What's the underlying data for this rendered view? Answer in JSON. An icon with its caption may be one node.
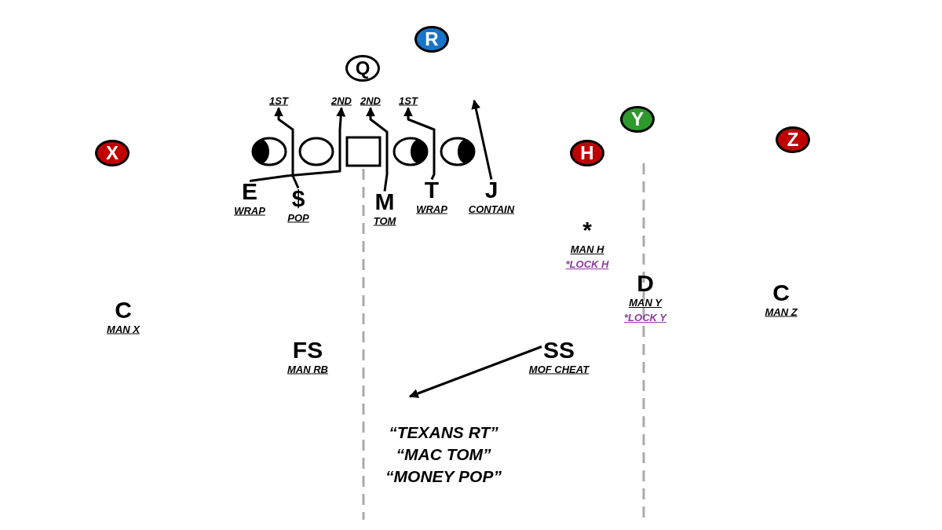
{
  "diagram": {
    "nodes": [
      {
        "text": [
          "R"
        ]
      },
      {
        "text": [
          "Q"
        ]
      },
      {
        "text": [
          "1ST"
        ]
      },
      {
        "text": [
          "2ND"
        ]
      },
      {
        "text": [
          "2ND"
        ]
      },
      {
        "text": [
          "1ST"
        ]
      },
      {
        "text": [
          "Y"
        ]
      },
      {
        "text": [
          "Z"
        ]
      },
      {
        "text": [
          "X"
        ]
      },
      {
        "text": [],
        "shape": "circle"
      },
      {
        "text": [],
        "shape": "circle"
      },
      {
        "text": [],
        "shape": "box"
      },
      {
        "text": [],
        "shape": "circle"
      },
      {
        "text": [],
        "shape": "circle"
      },
      {
        "text": [
          "H"
        ]
      },
      {
        "text": [
          "E",
          "WRAP"
        ]
      },
      {
        "text": [
          "$",
          "POP"
        ]
      },
      {
        "text": [
          "M",
          "TOM"
        ]
      },
      {
        "text": [
          "T",
          "WRAP"
        ]
      },
      {
        "text": [
          "J",
          "CONTAIN"
        ]
      },
      {
        "text": [
          "*",
          "MAN H",
          "*LOCK H"
        ]
      },
      {
        "text": [
          "D",
          "MAN Y",
          "*LOCK Y"
        ]
      },
      {
        "text": [
          "C",
          "MAN Z"
        ]
      },
      {
        "text": [
          "C",
          "MAN X"
        ]
      },
      {
        "text": [
          "FS",
          "MAN RB"
        ]
      },
      {
        "text": [
          "SS",
          "MOF CHEAT"
        ]
      }
    ],
    "edges": [
      {
        "from": 15,
        "to": 3,
        "arrow": "to"
      },
      {
        "from": 16,
        "to": 2,
        "arrow": "to"
      },
      {
        "from": 17,
        "to": 4,
        "arrow": "to"
      },
      {
        "from": 18,
        "to": 5,
        "arrow": "to"
      },
      {
        "from": 19,
        "to": null,
        "arrow": "to"
      },
      {
        "from": 25,
        "to": null,
        "arrow": "to"
      }
    ],
    "labels": [
      "“TEXANS RT”",
      "“MAC TOM”",
      "“MONEY POP”"
    ]
  }
}
